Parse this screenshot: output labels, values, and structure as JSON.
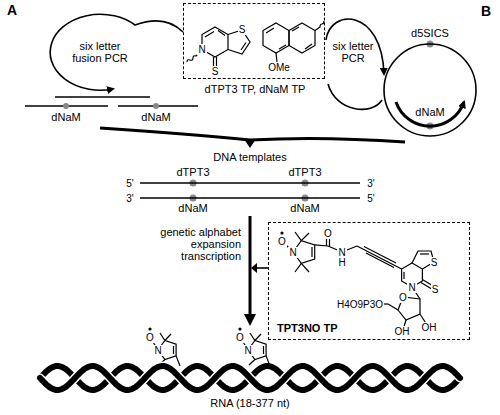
{
  "diagram": {
    "nodes": [
      {
        "text": [
          "dTPT3 TP, dNaM TP"
        ]
      },
      {
        "text": [
          "TPT3NO TP"
        ]
      }
    ],
    "labels": [
      "A",
      "B",
      "six letter fusion PCR",
      "six letter PCR",
      "dNaM",
      "dNaM",
      "d5SICS",
      "dNaM",
      "DNA templates",
      "5'",
      "3'",
      "3'",
      "5'",
      "dTPT3",
      "dTPT3",
      "dNaM",
      "dNaM",
      "genetic alphabet expansion transcription",
      "RNA (18-377 nt)",
      "N",
      "S",
      "S",
      "OMe",
      "O",
      "N",
      "O",
      "N",
      "H",
      "S",
      "S",
      "N",
      "O",
      "H4O9P3O",
      "OH",
      "OH",
      "O",
      "N",
      "O",
      "N"
    ]
  }
}
